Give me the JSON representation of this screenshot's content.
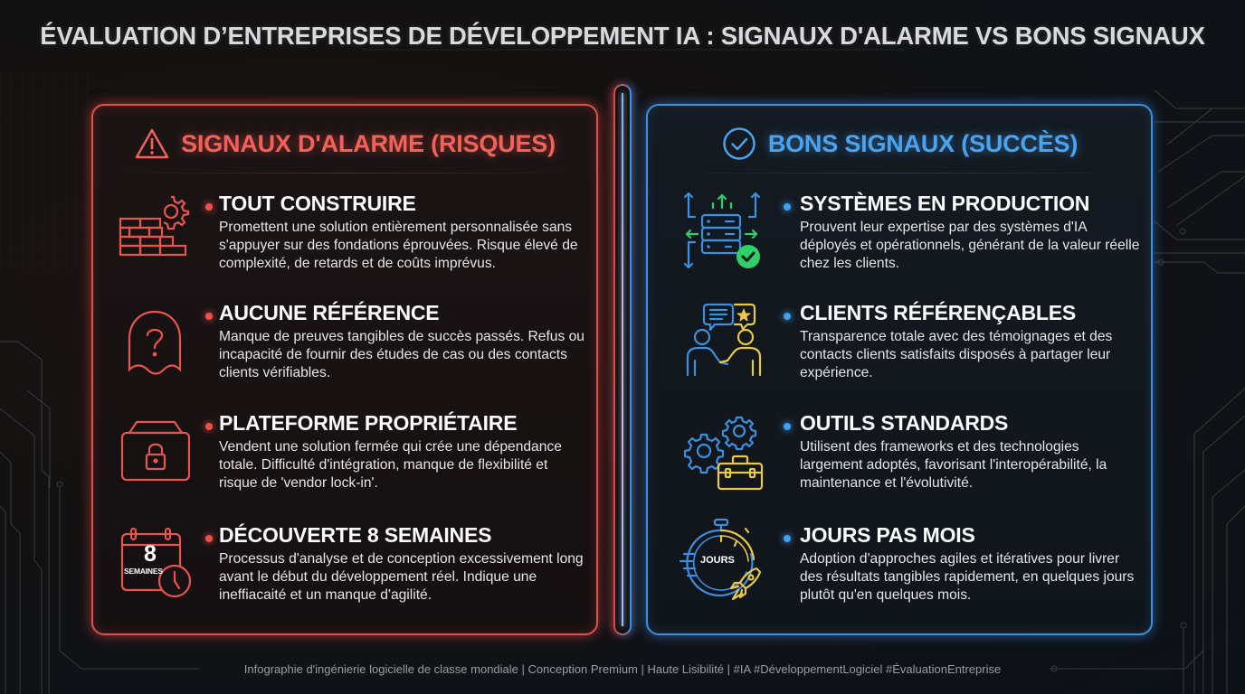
{
  "title": "ÉVALUATION D’ENTREPRISES DE DÉVELOPPEMENT IA : SIGNAUX D'ALARME VS BONS SIGNAUX",
  "colors": {
    "alarm": "#f0504a",
    "good": "#3fa2f0",
    "good_secondary": "#e8c84a",
    "good_check": "#2fd06a",
    "background": "#131214"
  },
  "alarm_panel": {
    "header": "SIGNAUX D'ALARME (RISQUES)",
    "header_icon": "warning-triangle-icon",
    "items": [
      {
        "title": "TOUT CONSTRUIRE",
        "icon": "brick-wall-gear-icon",
        "description": "Promettent une solution entièrement personnalisée sans s'appuyer sur des fondations éprouvées. Risque élevé de complexité, de retards et de coûts imprévus."
      },
      {
        "title": "AUCUNE RÉFÉRENCE",
        "icon": "ghost-question-icon",
        "description": "Manque de preuves tangibles de succès passés. Refus ou incapacité de fournir des études de cas ou des contacts clients vérifiables."
      },
      {
        "title": "PLATEFORME PROPRIÉTAIRE",
        "icon": "locked-box-icon",
        "description": "Vendent une solution fermée qui crée une dépendance totale. Difficulté d'intégration, manque de flexibilité et risque de 'vendor lock-in'."
      },
      {
        "title": "DÉCOUVERTE 8 SEMAINES",
        "icon": "calendar-clock-icon",
        "icon_number": "8",
        "icon_label": "SEMAINES",
        "description": "Processus d'analyse et de conception excessivement long avant le début du développement réel. Indique une ineffiacaité et un manque d'agilité."
      }
    ]
  },
  "good_panel": {
    "header": "BONS SIGNAUX (SUCCÈS)",
    "header_icon": "check-circle-icon",
    "items": [
      {
        "title": "SYSTÈMES EN PRODUCTION",
        "icon": "server-deploy-check-icon",
        "description": "Prouvent leur expertise par des systèmes d'IA déployés et opérationnels, générant de la valeur réelle chez les clients."
      },
      {
        "title": "CLIENTS RÉFÉRENÇABLES",
        "icon": "handshake-testimonial-icon",
        "description": "Transparence totale avec des témoignages et des contacts clients satisfaits disposés à partager leur expérience."
      },
      {
        "title": "OUTILS STANDARDS",
        "icon": "gears-toolbox-icon",
        "description": "Utilisent des frameworks et des technologies largement adoptés, favorisant l'interopérabilité, la maintenance et l'évolutivité."
      },
      {
        "title": "JOURS PAS MOIS",
        "icon": "stopwatch-rocket-icon",
        "icon_label": "JOURS",
        "description": "Adoption d'approches agiles et itératives pour livrer des résultats tangibles rapidement, en quelques jours plutôt qu'en quelques mois."
      }
    ]
  },
  "footer": "Infographie d'ingénierie logicielle de classe mondiale | Conception Premium | Haute Lisibilité | #IA #DéveloppementLogiciel #ÉvaluationEntreprise"
}
